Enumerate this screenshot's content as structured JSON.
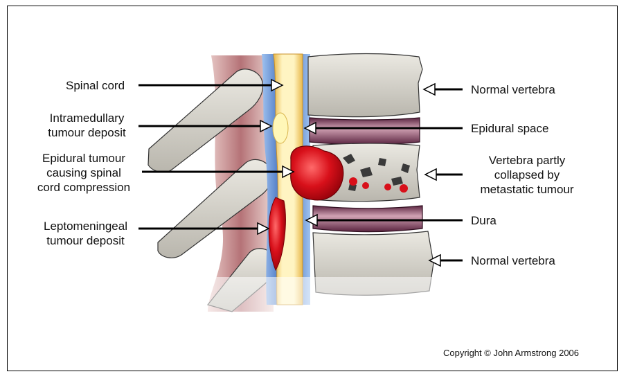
{
  "labels_left": {
    "spinal_cord": "Spinal cord",
    "intramedullary_1": "Intramedullary",
    "intramedullary_2": "tumour deposit",
    "epidural_1": "Epidural tumour",
    "epidural_2": "causing spinal",
    "epidural_3": "cord compression",
    "lepto_1": "Leptomeningeal",
    "lepto_2": "tumour deposit"
  },
  "labels_right": {
    "normal_vertebra_top": "Normal vertebra",
    "epidural_space": "Epidural space",
    "collapsed_1": "Vertebra partly",
    "collapsed_2": "collapsed by",
    "collapsed_3": "metastatic tumour",
    "dura": "Dura",
    "normal_vertebra_bottom": "Normal vertebra"
  },
  "copyright": "Copyright © John Armstrong 2006",
  "colors": {
    "bone": "#d9d7cf",
    "disc": "#7a3a55",
    "cord": "#f3df8a",
    "csf": "#3a6fc0",
    "tumour": "#d0101a",
    "muscle": "#b07070"
  }
}
